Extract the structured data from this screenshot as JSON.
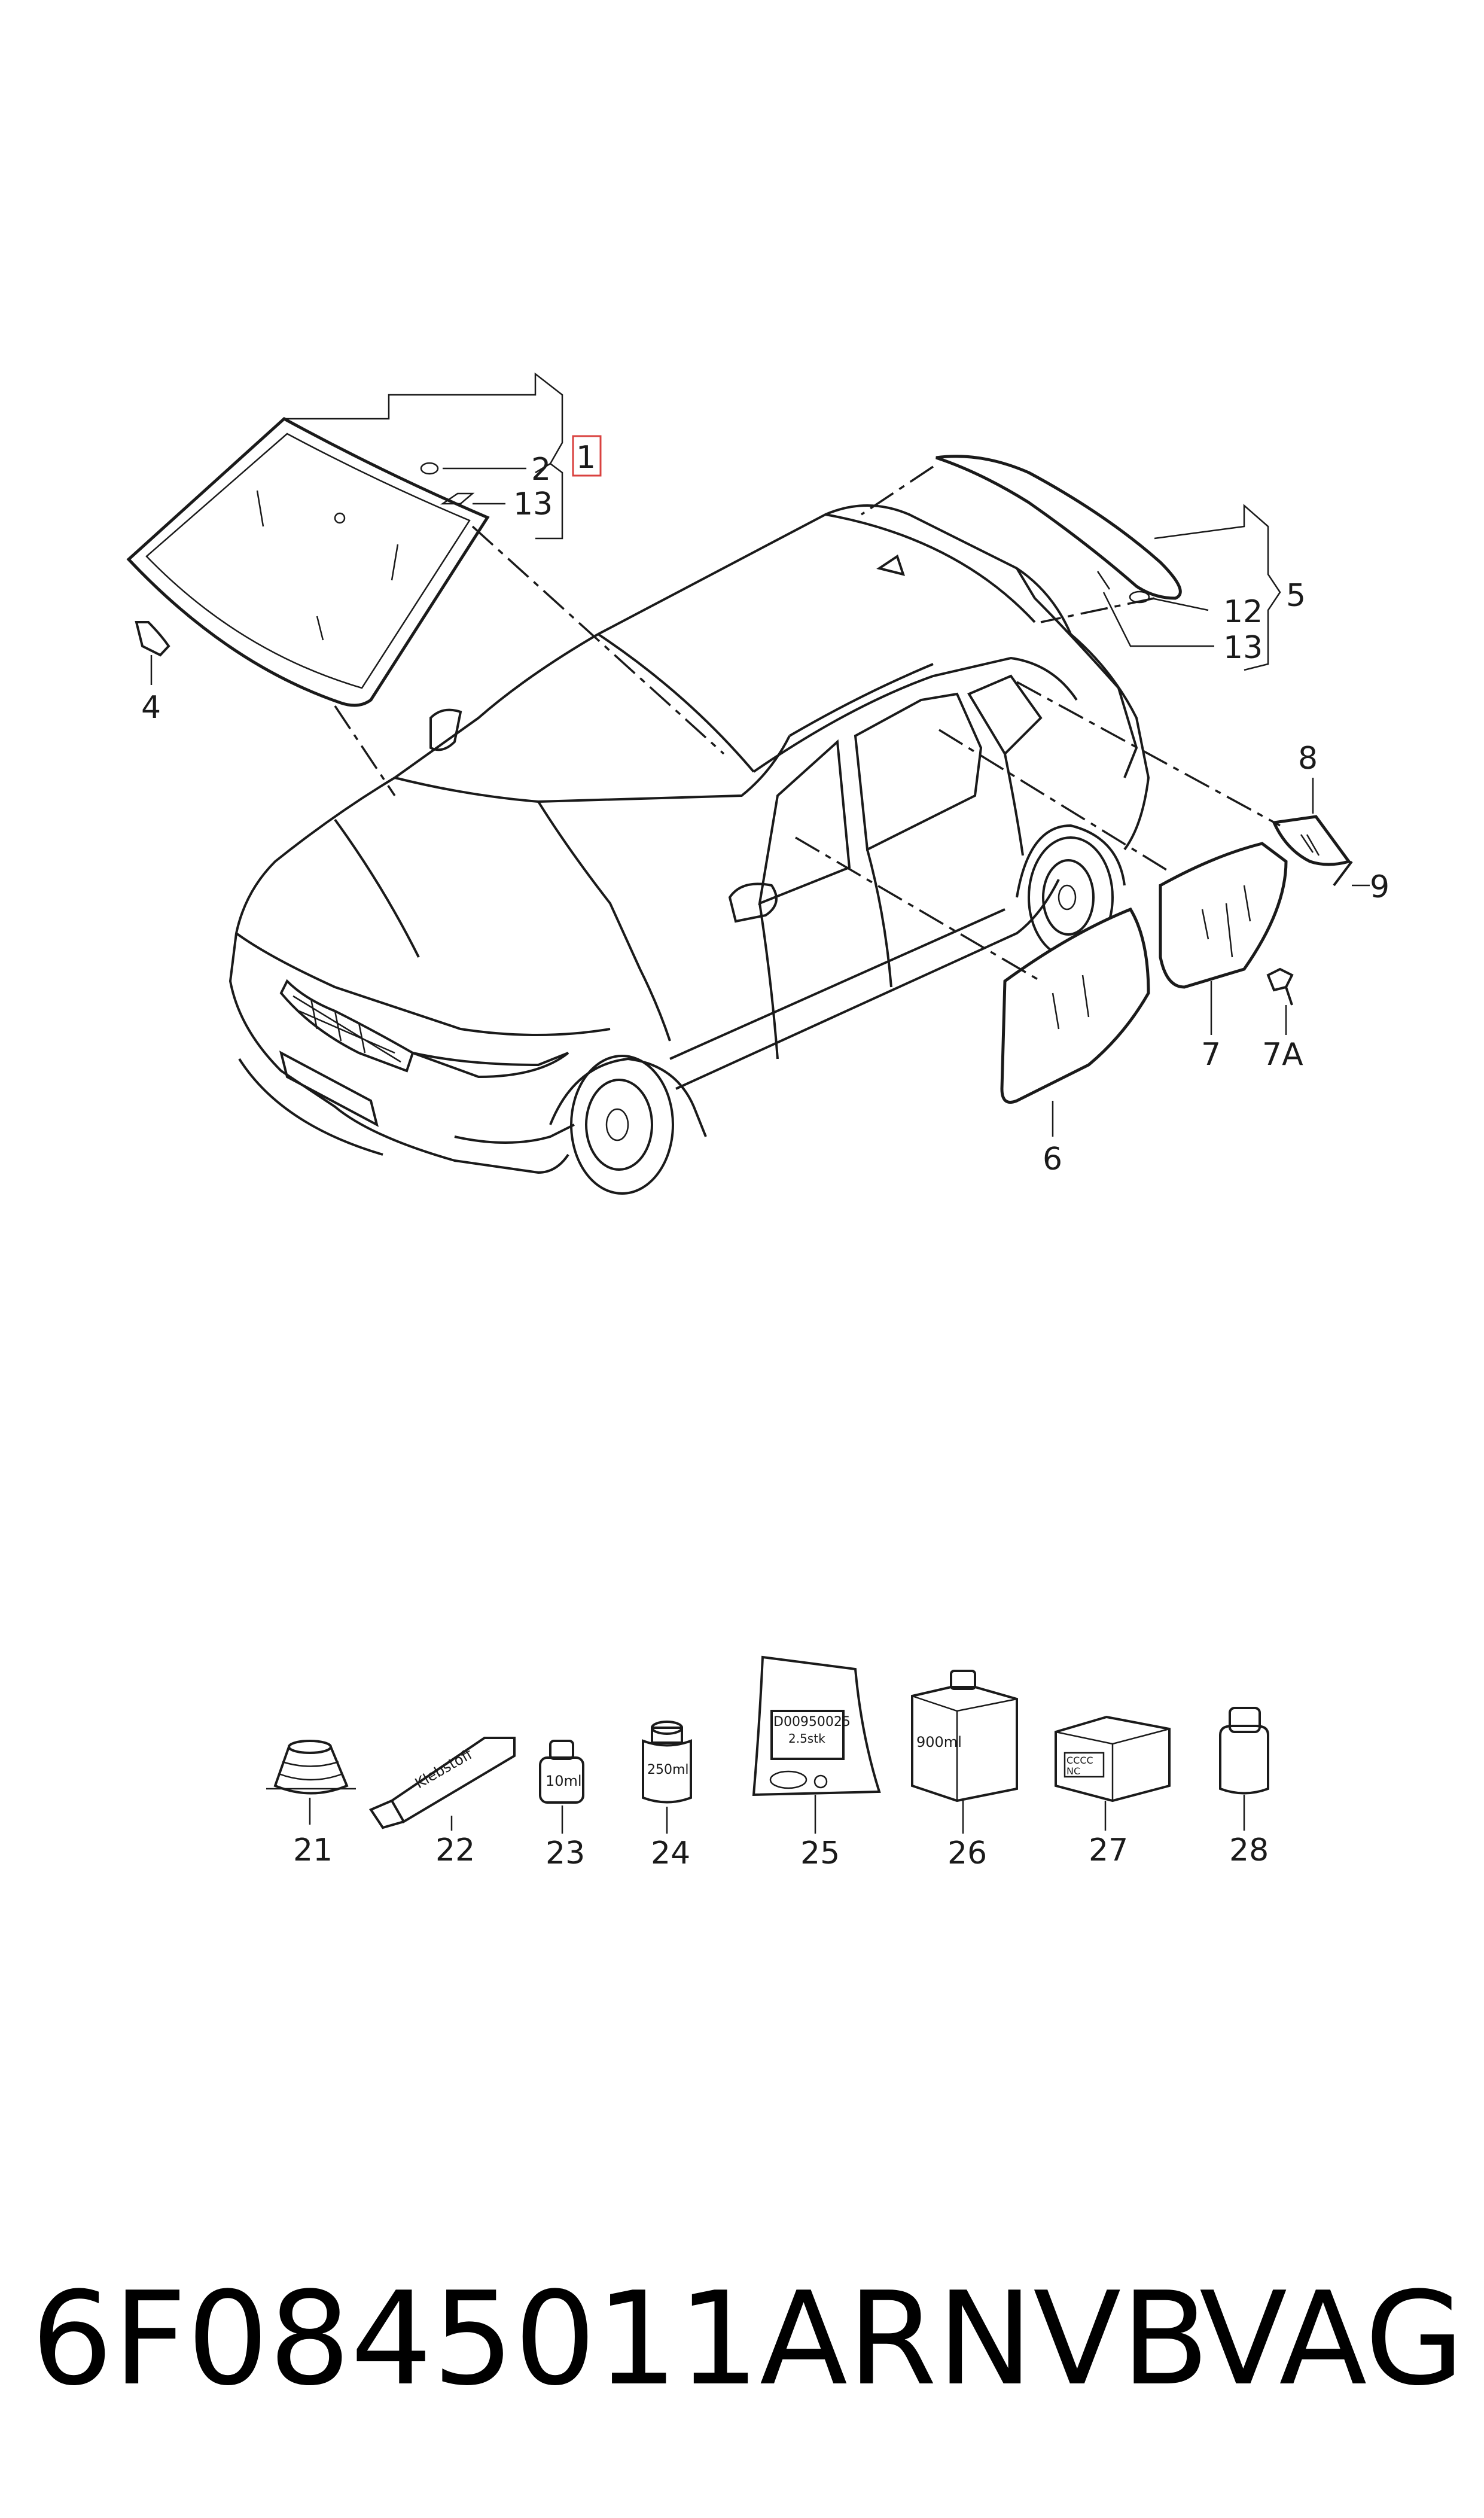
{
  "diagram": {
    "callouts": {
      "c1": "1",
      "c2": "2",
      "c13a": "13",
      "c4": "4",
      "c5": "5",
      "c12": "12",
      "c13b": "13",
      "c8": "8",
      "c9": "9",
      "c7": "7",
      "c7a": "7A",
      "c6": "6"
    },
    "accessories": [
      {
        "number": "21",
        "icon": "sealing-cone-icon"
      },
      {
        "number": "22",
        "icon": "adhesive-tube-icon"
      },
      {
        "number": "23",
        "icon": "primer-bottle-10ml-icon",
        "label": "10ml"
      },
      {
        "number": "24",
        "icon": "can-250ml-icon",
        "label": "250ml"
      },
      {
        "number": "25",
        "icon": "repair-kit-bag-icon",
        "label": "D00950025 2.5stk"
      },
      {
        "number": "26",
        "icon": "canister-900ml-icon",
        "label": "900ml"
      },
      {
        "number": "27",
        "icon": "cleaning-box-icon",
        "label": "CCCC NC"
      },
      {
        "number": "28",
        "icon": "bottle-icon"
      }
    ],
    "highlight_color": "#d9413f"
  },
  "footer": {
    "part_number": "6F0845011ARNVB",
    "brand": "VAG"
  }
}
